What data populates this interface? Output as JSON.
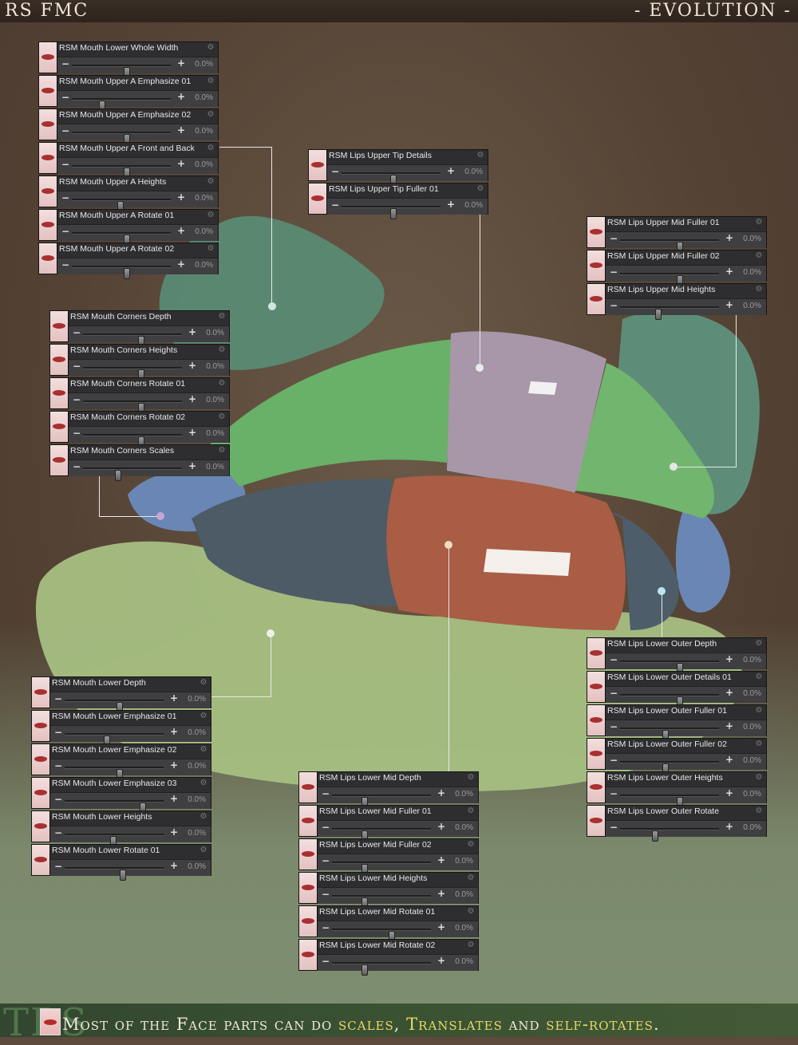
{
  "header": {
    "left_title": "RS FMC",
    "right_title": "- EVOLUTION -"
  },
  "footer": {
    "watermark": "TRS",
    "segments": [
      {
        "text": "Most of the Face parts can do ",
        "highlight": false
      },
      {
        "text": "scales",
        "highlight": true
      },
      {
        "text": ", ",
        "highlight": false
      },
      {
        "text": "Translates",
        "highlight": true
      },
      {
        "text": " and ",
        "highlight": false
      },
      {
        "text": "self-rotates",
        "highlight": true
      },
      {
        "text": ".",
        "highlight": false
      }
    ]
  },
  "colors": {
    "accent_yellow": "#e6d86a",
    "panel_bg": "#2e2e30",
    "lip_red": "#a83030"
  },
  "icons": {
    "gear": "gear-icon",
    "thumb": "mouth-thumbnail-icon",
    "minus": "minus-icon",
    "plus": "plus-icon"
  },
  "panels": [
    {
      "id": "mouth-upper",
      "items": [
        {
          "label": "RSM Mouth Lower Whole Width",
          "value": "0.0%",
          "level": 0.55
        },
        {
          "label": "RSM Mouth Upper A Emphasize 01",
          "value": "0.0%",
          "level": 0.3
        },
        {
          "label": "RSM Mouth Upper A Emphasize 02",
          "value": "0.0%",
          "level": 0.55
        },
        {
          "label": "RSM Mouth Upper A Front and Back",
          "value": "0.0%",
          "level": 0.55
        },
        {
          "label": "RSM Mouth Upper A Heights",
          "value": "0.0%",
          "level": 0.48
        },
        {
          "label": "RSM Mouth Upper A Rotate 01",
          "value": "0.0%",
          "level": 0.55
        },
        {
          "label": "RSM Mouth Upper A Rotate 02",
          "value": "0.0%",
          "level": 0.55
        }
      ]
    },
    {
      "id": "mouth-corners",
      "items": [
        {
          "label": "RSM Mouth Corners Depth",
          "value": "0.0%",
          "level": 0.58
        },
        {
          "label": "RSM Mouth Corners Heights",
          "value": "0.0%",
          "level": 0.58
        },
        {
          "label": "RSM Mouth Corners Rotate 01",
          "value": "0.0%",
          "level": 0.58
        },
        {
          "label": "RSM Mouth Corners Rotate 02",
          "value": "0.0%",
          "level": 0.58
        },
        {
          "label": "RSM Mouth Corners Scales",
          "value": "0.0%",
          "level": 0.35
        }
      ]
    },
    {
      "id": "lips-upper-tip",
      "items": [
        {
          "label": "RSM Lips Upper Tip Details",
          "value": "0.0%",
          "level": 0.52
        },
        {
          "label": "RSM Lips Upper Tip Fuller 01",
          "value": "0.0%",
          "level": 0.52
        }
      ]
    },
    {
      "id": "lips-upper-mid",
      "items": [
        {
          "label": "RSM Lips Upper Mid Fuller 01",
          "value": "0.0%",
          "level": 0.6
        },
        {
          "label": "RSM Lips Upper Mid Fuller 02",
          "value": "0.0%",
          "level": 0.6
        },
        {
          "label": "RSM Lips Upper Mid Heights",
          "value": "0.0%",
          "level": 0.38
        }
      ]
    },
    {
      "id": "mouth-lower",
      "items": [
        {
          "label": "RSM Mouth Lower Depth",
          "value": "0.0%",
          "level": 0.55
        },
        {
          "label": "RSM Mouth Lower Emphasize 01",
          "value": "0.0%",
          "level": 0.42
        },
        {
          "label": "RSM Mouth Lower Emphasize 02",
          "value": "0.0%",
          "level": 0.55
        },
        {
          "label": "RSM Mouth Lower Emphasize 03",
          "value": "0.0%",
          "level": 0.78
        },
        {
          "label": "RSM Mouth Lower Heights",
          "value": "0.0%",
          "level": 0.48
        },
        {
          "label": "RSM Mouth Lower Rotate 01",
          "value": "0.0%",
          "level": 0.58
        }
      ]
    },
    {
      "id": "lips-lower-mid",
      "items": [
        {
          "label": "RSM Lips Lower Mid Depth",
          "value": "0.0%",
          "level": 0.32
        },
        {
          "label": "RSM Lips Lower Mid Fuller 01",
          "value": "0.0%",
          "level": 0.32
        },
        {
          "label": "RSM Lips Lower Mid Fuller 02",
          "value": "0.0%",
          "level": 0.32
        },
        {
          "label": "RSM Lips Lower Mid Heights",
          "value": "0.0%",
          "level": 0.32
        },
        {
          "label": "RSM Lips Lower Mid Rotate 01",
          "value": "0.0%",
          "level": 0.6
        },
        {
          "label": "RSM Lips Lower Mid Rotate 02",
          "value": "0.0%",
          "level": 0.32
        }
      ]
    },
    {
      "id": "lips-lower-outer",
      "items": [
        {
          "label": "RSM Lips Lower Outer Depth",
          "value": "0.0%",
          "level": 0.6
        },
        {
          "label": "RSM Lips Lower Outer Details 01",
          "value": "0.0%",
          "level": 0.6
        },
        {
          "label": "RSM Lips Lower Outer Fuller 01",
          "value": "0.0%",
          "level": 0.45
        },
        {
          "label": "RSM Lips Lower Outer Fuller 02",
          "value": "0.0%",
          "level": 0.45
        },
        {
          "label": "RSM Lips Lower Outer Heights",
          "value": "0.0%",
          "level": 0.6
        },
        {
          "label": "RSM Lips Lower Outer Rotate",
          "value": "0.0%",
          "level": 0.35
        }
      ]
    }
  ]
}
